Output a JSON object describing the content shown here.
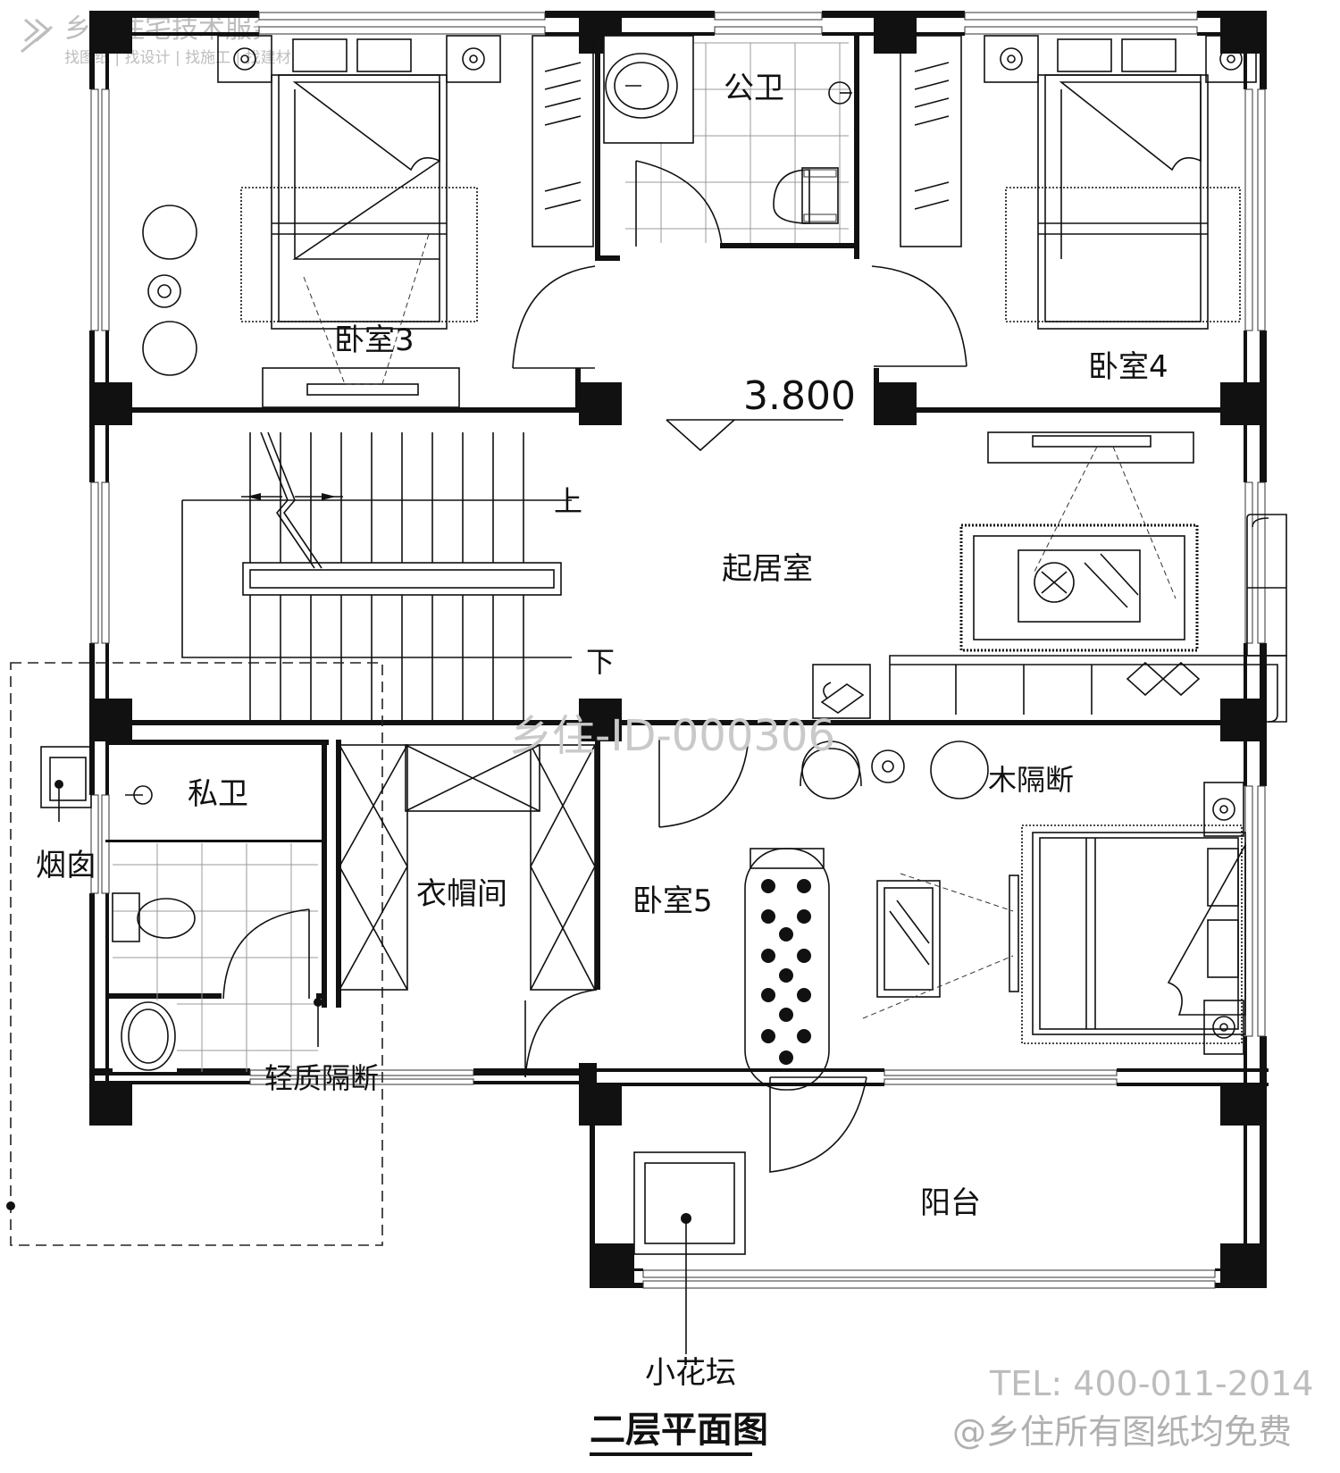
{
  "watermark": {
    "brand": "乡村住宅技术服务平台",
    "slogan": "找图纸 | 找设计 | 找施工 | 找建材",
    "plan_id": "乡住-ID-000306",
    "tel": "TEL: 400-011-2014",
    "copyright": "@乡住所有图纸均免费"
  },
  "plan": {
    "title": "二层平面图",
    "elevation": "3.800"
  },
  "rooms": {
    "public_wc": "公卫",
    "bedroom3": "卧室3",
    "bedroom4": "卧室4",
    "living": "起居室",
    "private_wc": "私卫",
    "wardrobe": "衣帽间",
    "bedroom5": "卧室5",
    "balcony": "阳台"
  },
  "labels": {
    "up": "上",
    "down": "下",
    "chimney": "烟囱",
    "wood_partition": "木隔断",
    "light_partition": "轻质隔断",
    "flower_bed": "小花坛"
  }
}
